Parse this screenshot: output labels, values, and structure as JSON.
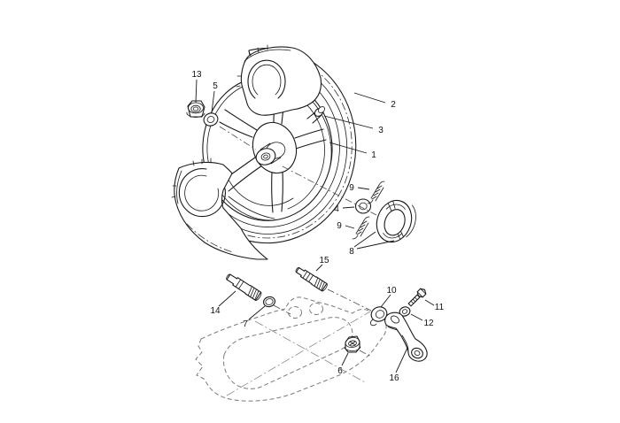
{
  "figure": {
    "kind": "exploded-parts-diagram",
    "subject": "rear wheel assembly",
    "background_color": "#ffffff",
    "ink_color": "#1a1a1a",
    "phantom_part_color": "#7a7a7a"
  },
  "callouts": [
    {
      "n": "13"
    },
    {
      "n": "5"
    },
    {
      "n": "2"
    },
    {
      "n": "3"
    },
    {
      "n": "1"
    },
    {
      "n": "9"
    },
    {
      "n": "4"
    },
    {
      "n": "9"
    },
    {
      "n": "8"
    },
    {
      "n": "15"
    },
    {
      "n": "14"
    },
    {
      "n": "7"
    },
    {
      "n": "10"
    },
    {
      "n": "11"
    },
    {
      "n": "12"
    },
    {
      "n": "6"
    },
    {
      "n": "16"
    }
  ]
}
